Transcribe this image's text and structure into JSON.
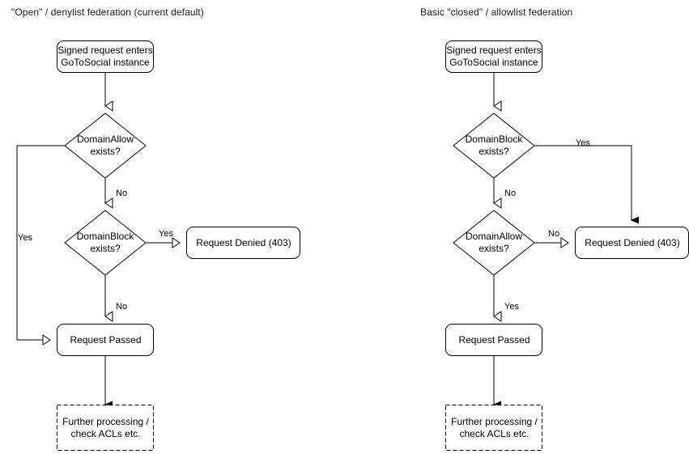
{
  "diagram": {
    "title_accent": "#000000",
    "background": "#ffffff",
    "stroke": "#000000"
  },
  "panels": [
    {
      "id": "open-denylist",
      "title": "\"Open\" / denylist federation (current default)",
      "nodes": {
        "start": "Signed request enters\nGoToSocial instance",
        "decision_1": "DomainAllow\nexists?",
        "decision_2": "DomainBlock\nexists?",
        "denied": "Request Denied (403)",
        "passed": "Request Passed",
        "further": "Further processing /\ncheck ACLs etc."
      },
      "edge_labels": {
        "allow_yes": "Yes",
        "allow_no": "No",
        "block_yes": "Yes",
        "block_no": "No"
      }
    },
    {
      "id": "closed-allowlist",
      "title": "Basic \"closed\" / allowlist federation",
      "nodes": {
        "start": "Signed request enters\nGoToSocial instance",
        "decision_1": "DomainBlock\nexists?",
        "decision_2": "DomainAllow\nexists?",
        "denied": "Request Denied (403)",
        "passed": "Request Passed",
        "further": "Further processing /\ncheck ACLs etc."
      },
      "edge_labels": {
        "block_yes": "Yes",
        "block_no": "No",
        "allow_no": "No",
        "allow_yes": "Yes"
      }
    }
  ]
}
